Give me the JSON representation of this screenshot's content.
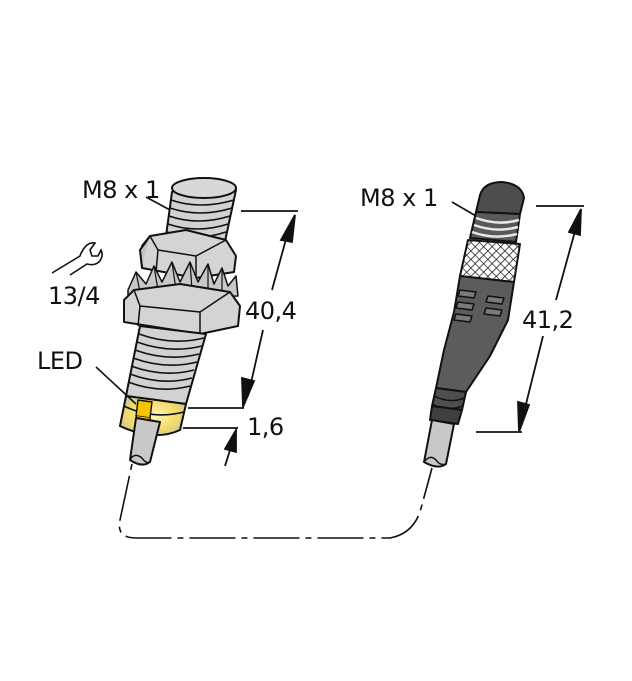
{
  "drawing": {
    "title": "Inductive sensor M8 with connector cable dimensional drawing",
    "colors": {
      "line": "#111111",
      "metal": "#d0d0d0",
      "metal_dark": "#b8b8b8",
      "connector_dark": "#4a4a4a",
      "connector_mid": "#5c5c5c",
      "cable": "#c8c8c8",
      "led": "#f7c400",
      "led_glow": "#fff3b0"
    },
    "sensor": {
      "thread_label": "M8 x 1",
      "wrench_size_label": "13/4",
      "led_label": "LED",
      "length_label": "40,4",
      "offset_label": "1,6"
    },
    "connector": {
      "thread_label": "M8 x 1",
      "length_label": "41,2"
    },
    "cable_link": {
      "style": "dash-dot"
    }
  }
}
